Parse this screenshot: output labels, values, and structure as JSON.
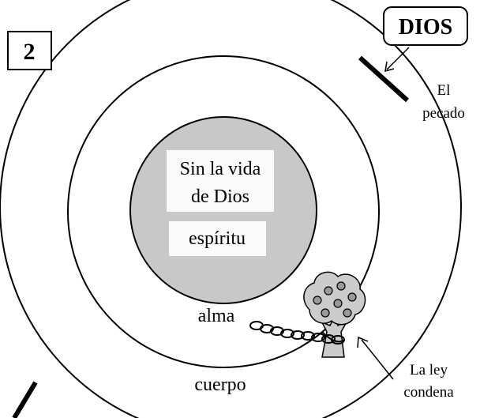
{
  "figure": {
    "number": "2",
    "god_label": "DIOS",
    "sin_label": [
      "El",
      "pecado"
    ],
    "spirit_box_text": [
      "Sin la vida",
      "de Dios"
    ],
    "spirit_label": "espíritu",
    "soul_label": "alma",
    "body_label": "cuerpo",
    "law_label": [
      "La ley",
      "condena"
    ]
  },
  "colors": {
    "spirit_fill": "#c8c8c8",
    "tree_fill": "#cccccc",
    "stroke": "#000000"
  }
}
